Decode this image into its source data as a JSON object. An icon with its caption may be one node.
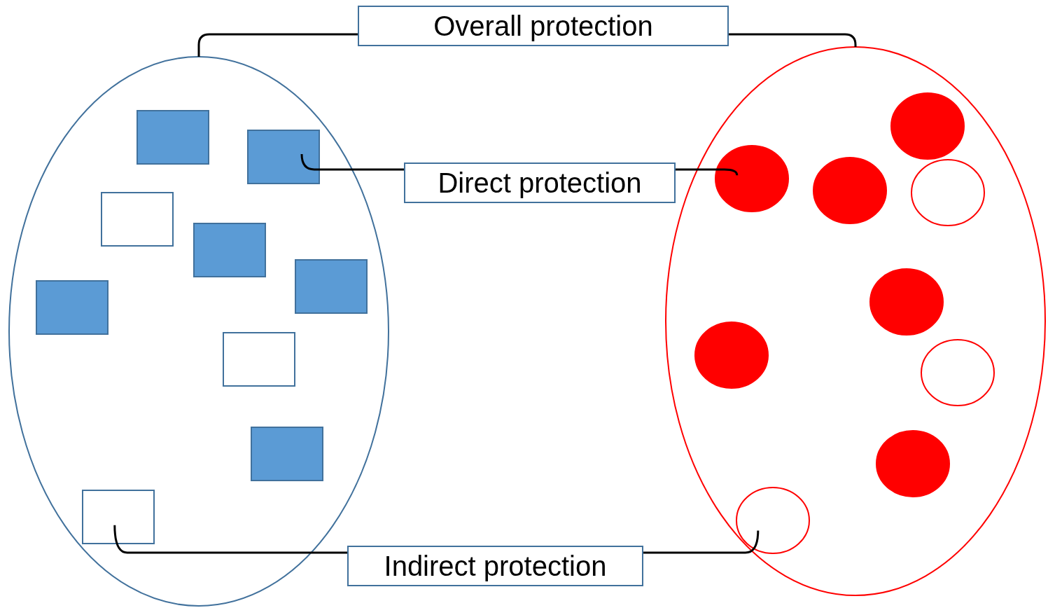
{
  "diagram": {
    "nodes": [
      {
        "text": [
          "Overall protection"
        ]
      },
      {
        "text": [],
        "shape": "ellipse"
      },
      {
        "text": [],
        "shape": "box",
        "in": 1
      },
      {
        "text": [],
        "shape": "box",
        "in": 1
      },
      {
        "text": [],
        "shape": "box",
        "in": 1
      },
      {
        "text": [],
        "shape": "box",
        "in": 1
      },
      {
        "text": [],
        "shape": "box",
        "in": 1
      },
      {
        "text": [],
        "shape": "box",
        "in": 1
      },
      {
        "text": [],
        "shape": "box",
        "in": 1
      },
      {
        "text": [],
        "shape": "box",
        "in": 1
      },
      {
        "text": [],
        "shape": "box",
        "in": 1
      },
      {
        "text": [],
        "shape": "ellipse"
      },
      {
        "text": [],
        "shape": "circle",
        "in": 11
      },
      {
        "text": [],
        "shape": "circle",
        "in": 11
      },
      {
        "text": [],
        "shape": "circle",
        "in": 11
      },
      {
        "text": [],
        "shape": "circle",
        "in": 11
      },
      {
        "text": [],
        "shape": "circle",
        "in": 11
      },
      {
        "text": [],
        "shape": "circle",
        "in": 11
      },
      {
        "text": [],
        "shape": "circle",
        "in": 11
      },
      {
        "text": [],
        "shape": "circle",
        "in": 11
      },
      {
        "text": [],
        "shape": "circle",
        "in": 11
      },
      {
        "text": [
          "Direct protection"
        ]
      },
      {
        "text": [
          "Indirect protection"
        ]
      }
    ],
    "edges": [
      {
        "from": 0,
        "to": 1,
        "arrow": "none"
      },
      {
        "from": 0,
        "to": 11,
        "arrow": "none"
      },
      {
        "from": 21,
        "to": 3,
        "arrow": "none"
      },
      {
        "from": 21,
        "to": 13,
        "arrow": "none"
      },
      {
        "from": 22,
        "to": 10,
        "arrow": "none"
      },
      {
        "from": 22,
        "to": 20,
        "arrow": "none"
      }
    ]
  }
}
